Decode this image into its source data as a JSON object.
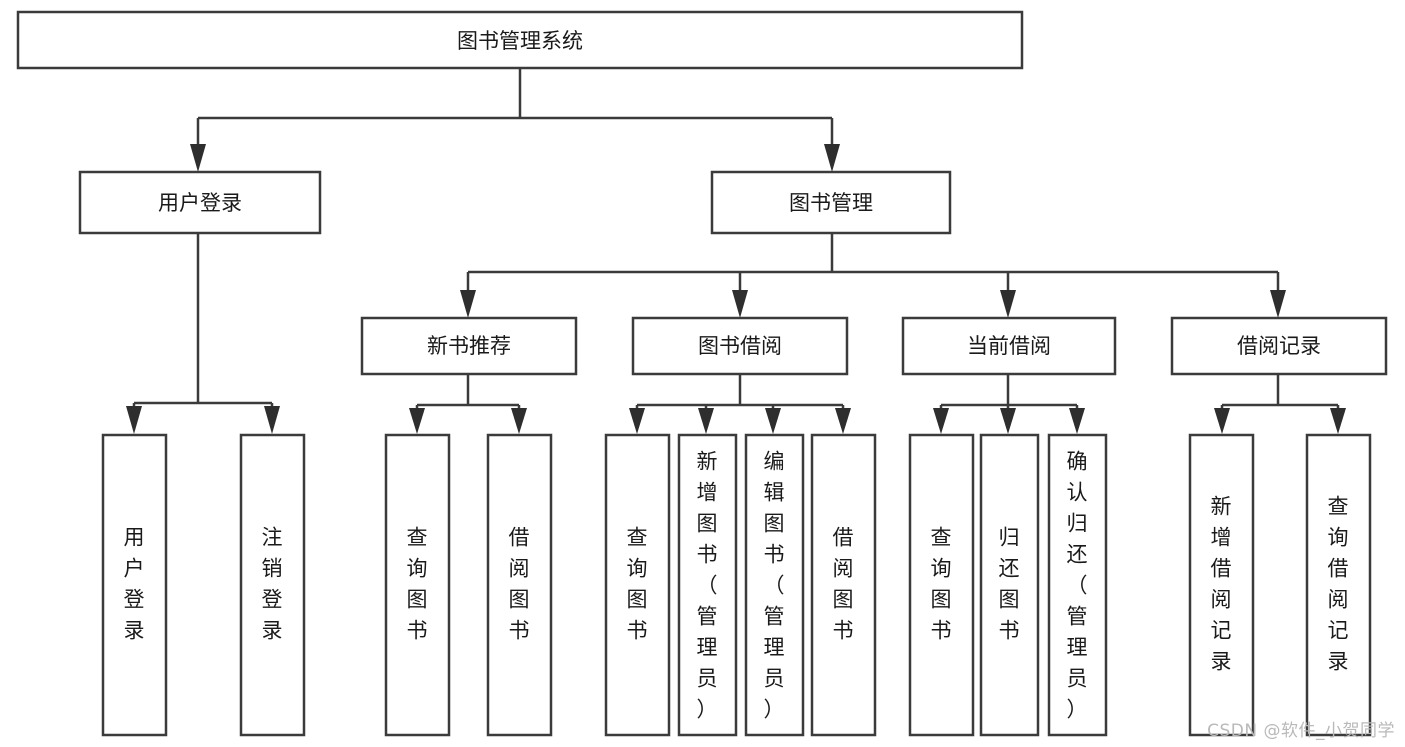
{
  "diagram": {
    "title": "图书管理系统",
    "type": "tree-hierarchy-diagram",
    "background_color": "#ffffff",
    "box_stroke_color": "#3b3b3b",
    "text_color": "#1a1a1a",
    "root": {
      "label": "图书管理系统"
    },
    "level2": [
      {
        "id": "user-login",
        "label": "用户登录"
      },
      {
        "id": "book-manage",
        "label": "图书管理"
      }
    ],
    "level3": [
      {
        "id": "new-book-rec",
        "label": "新书推荐",
        "parent": "book-manage"
      },
      {
        "id": "book-borrow",
        "label": "图书借阅",
        "parent": "book-manage"
      },
      {
        "id": "current-borrow",
        "label": "当前借阅",
        "parent": "book-manage"
      },
      {
        "id": "borrow-record",
        "label": "借阅记录",
        "parent": "book-manage"
      }
    ],
    "leaves": {
      "user-login": [
        {
          "id": "leaf-user-login",
          "label": "用户登录"
        },
        {
          "id": "leaf-user-logout",
          "label": "注销登录"
        }
      ],
      "new-book-rec": [
        {
          "id": "leaf-query-book-1",
          "label": "查询图书"
        },
        {
          "id": "leaf-borrow-book-1",
          "label": "借阅图书"
        }
      ],
      "book-borrow": [
        {
          "id": "leaf-query-book-2",
          "label": "查询图书"
        },
        {
          "id": "leaf-add-book",
          "label": "新增图书（管理员）"
        },
        {
          "id": "leaf-edit-book",
          "label": "编辑图书（管理员）"
        },
        {
          "id": "leaf-borrow-book-2",
          "label": "借阅图书"
        }
      ],
      "current-borrow": [
        {
          "id": "leaf-query-book-3",
          "label": "查询图书"
        },
        {
          "id": "leaf-return-book",
          "label": "归还图书"
        },
        {
          "id": "leaf-confirm-return",
          "label": "确认归还（管理员）"
        }
      ],
      "borrow-record": [
        {
          "id": "leaf-add-record",
          "label": "新增借阅记录"
        },
        {
          "id": "leaf-query-record",
          "label": "查询借阅记录"
        }
      ]
    }
  },
  "watermark": {
    "text": "CSDN @软件_小贺同学"
  }
}
